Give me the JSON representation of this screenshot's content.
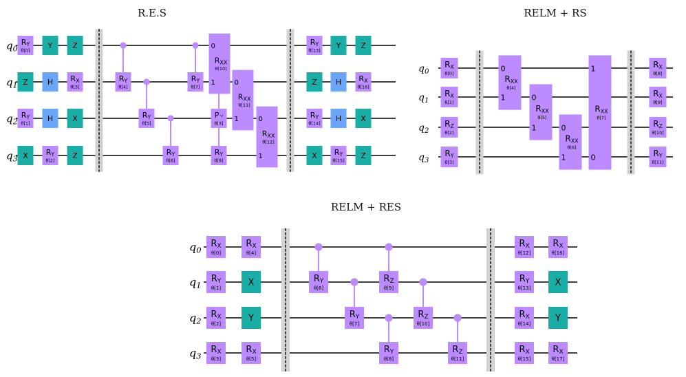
{
  "colors": {
    "purple": "#bb8bff",
    "teal": "#1aada5",
    "blue": "#6aa6f7",
    "barrier": "#d3d3d3",
    "wire": "#000000"
  },
  "titles": {
    "res": "R.E.S",
    "relm_rs": "RELM + RS",
    "relm_res": "RELM + RES"
  },
  "circuits": [
    {
      "key": "res",
      "qubits": [
        "q0",
        "q1",
        "q2",
        "q3"
      ],
      "gates": [
        {
          "kind": "single",
          "q": 0,
          "main": "R",
          "sub": "Y",
          "param": "θ[0]",
          "color": "purple"
        },
        {
          "kind": "single",
          "q": 1,
          "main": "Z",
          "sub": "",
          "param": "",
          "color": "teal"
        },
        {
          "kind": "single",
          "q": 2,
          "main": "R",
          "sub": "Y",
          "param": "θ[1]",
          "color": "purple"
        },
        {
          "kind": "single",
          "q": 3,
          "main": "X",
          "sub": "",
          "param": "",
          "color": "teal"
        },
        {
          "kind": "single",
          "q": 0,
          "main": "Y",
          "sub": "",
          "param": "",
          "color": "teal"
        },
        {
          "kind": "single",
          "q": 1,
          "main": "H",
          "sub": "",
          "param": "",
          "color": "blue"
        },
        {
          "kind": "single",
          "q": 2,
          "main": "H",
          "sub": "",
          "param": "",
          "color": "blue"
        },
        {
          "kind": "single",
          "q": 3,
          "main": "R",
          "sub": "Y",
          "param": "θ[2]",
          "color": "purple"
        },
        {
          "kind": "single",
          "q": 0,
          "main": "Z",
          "sub": "",
          "param": "",
          "color": "teal"
        },
        {
          "kind": "single",
          "q": 1,
          "main": "R",
          "sub": "X",
          "param": "θ[3]",
          "color": "purple"
        },
        {
          "kind": "single",
          "q": 2,
          "main": "X",
          "sub": "",
          "param": "",
          "color": "teal"
        },
        {
          "kind": "single",
          "q": 3,
          "main": "Z",
          "sub": "",
          "param": "",
          "color": "teal"
        },
        {
          "kind": "controlled",
          "c": 0,
          "t": 1,
          "main": "R",
          "sub": "Y",
          "param": "θ[4]"
        },
        {
          "kind": "controlled",
          "c": 1,
          "t": 2,
          "main": "R",
          "sub": "Y",
          "param": "θ[5]"
        },
        {
          "kind": "controlled",
          "c": 2,
          "t": 3,
          "main": "R",
          "sub": "Y",
          "param": "θ[6]"
        },
        {
          "kind": "controlled",
          "c": 0,
          "t": 1,
          "main": "R",
          "sub": "Y",
          "param": "θ[7]"
        },
        {
          "kind": "controlled",
          "c": 1,
          "t": 2,
          "main": "R",
          "sub": "Y",
          "param": "θ[8]"
        },
        {
          "kind": "controlled",
          "c": 2,
          "t": 3,
          "main": "R",
          "sub": "Y",
          "param": "θ[9]"
        },
        {
          "kind": "two",
          "q1": 0,
          "q2": 1,
          "main": "R",
          "sub": "XX",
          "param": "θ[10]",
          "l1": "0",
          "l2": "1"
        },
        {
          "kind": "two",
          "q1": 1,
          "q2": 2,
          "main": "R",
          "sub": "XX",
          "param": "θ[11]",
          "l1": "0",
          "l2": "1"
        },
        {
          "kind": "two",
          "q1": 2,
          "q2": 3,
          "main": "R",
          "sub": "XX",
          "param": "θ[12]",
          "l1": "0",
          "l2": "1"
        },
        {
          "kind": "single",
          "q": 0,
          "main": "R",
          "sub": "Y",
          "param": "θ[13]",
          "color": "purple"
        },
        {
          "kind": "single",
          "q": 1,
          "main": "Z",
          "sub": "",
          "param": "",
          "color": "teal"
        },
        {
          "kind": "single",
          "q": 2,
          "main": "R",
          "sub": "Y",
          "param": "θ[14]",
          "color": "purple"
        },
        {
          "kind": "single",
          "q": 3,
          "main": "X",
          "sub": "",
          "param": "",
          "color": "teal"
        },
        {
          "kind": "single",
          "q": 0,
          "main": "Y",
          "sub": "",
          "param": "",
          "color": "teal"
        },
        {
          "kind": "single",
          "q": 1,
          "main": "H",
          "sub": "",
          "param": "",
          "color": "blue"
        },
        {
          "kind": "single",
          "q": 2,
          "main": "H",
          "sub": "",
          "param": "",
          "color": "blue"
        },
        {
          "kind": "single",
          "q": 3,
          "main": "R",
          "sub": "Y",
          "param": "θ[15]",
          "color": "purple"
        },
        {
          "kind": "single",
          "q": 0,
          "main": "Z",
          "sub": "",
          "param": "",
          "color": "teal"
        },
        {
          "kind": "single",
          "q": 1,
          "main": "R",
          "sub": "X",
          "param": "θ[16]",
          "color": "purple"
        },
        {
          "kind": "single",
          "q": 2,
          "main": "X",
          "sub": "",
          "param": "",
          "color": "teal"
        },
        {
          "kind": "single",
          "q": 3,
          "main": "Z",
          "sub": "",
          "param": "",
          "color": "teal"
        }
      ]
    },
    {
      "key": "relm_rs",
      "qubits": [
        "q0",
        "q1",
        "q2",
        "q3"
      ],
      "gates": [
        {
          "kind": "single",
          "q": 0,
          "main": "R",
          "sub": "X",
          "param": "θ[0]",
          "color": "purple"
        },
        {
          "kind": "single",
          "q": 1,
          "main": "R",
          "sub": "X",
          "param": "θ[1]",
          "color": "purple"
        },
        {
          "kind": "single",
          "q": 2,
          "main": "R",
          "sub": "Z",
          "param": "θ[2]",
          "color": "purple"
        },
        {
          "kind": "single",
          "q": 3,
          "main": "R",
          "sub": "Y",
          "param": "θ[3]",
          "color": "purple"
        },
        {
          "kind": "two",
          "q1": 0,
          "q2": 1,
          "main": "R",
          "sub": "XX",
          "param": "θ[4]",
          "l1": "0",
          "l2": "1"
        },
        {
          "kind": "two",
          "q1": 1,
          "q2": 2,
          "main": "R",
          "sub": "XX",
          "param": "θ[5]",
          "l1": "0",
          "l2": "1"
        },
        {
          "kind": "two",
          "q1": 2,
          "q2": 3,
          "main": "R",
          "sub": "XX",
          "param": "θ[6]",
          "l1": "0",
          "l2": "1"
        },
        {
          "kind": "two",
          "q1": 0,
          "q2": 3,
          "main": "R",
          "sub": "XX",
          "param": "θ[7]",
          "l1": "1",
          "l2": "0"
        },
        {
          "kind": "single",
          "q": 0,
          "main": "R",
          "sub": "X",
          "param": "θ[8]",
          "color": "purple"
        },
        {
          "kind": "single",
          "q": 1,
          "main": "R",
          "sub": "X",
          "param": "θ[9]",
          "color": "purple"
        },
        {
          "kind": "single",
          "q": 2,
          "main": "R",
          "sub": "Z",
          "param": "θ[10]",
          "color": "purple"
        },
        {
          "kind": "single",
          "q": 3,
          "main": "R",
          "sub": "Y",
          "param": "θ[11]",
          "color": "purple"
        }
      ]
    },
    {
      "key": "relm_res",
      "qubits": [
        "q0",
        "q1",
        "q2",
        "q3"
      ],
      "gates": [
        {
          "kind": "single",
          "q": 0,
          "main": "R",
          "sub": "X",
          "param": "θ[0]",
          "color": "purple"
        },
        {
          "kind": "single",
          "q": 1,
          "main": "R",
          "sub": "Y",
          "param": "θ[1]",
          "color": "purple"
        },
        {
          "kind": "single",
          "q": 2,
          "main": "R",
          "sub": "X",
          "param": "θ[2]",
          "color": "purple"
        },
        {
          "kind": "single",
          "q": 3,
          "main": "R",
          "sub": "X",
          "param": "θ[3]",
          "color": "purple"
        },
        {
          "kind": "single",
          "q": 0,
          "main": "R",
          "sub": "X",
          "param": "θ[4]",
          "color": "purple"
        },
        {
          "kind": "single",
          "q": 1,
          "main": "X",
          "sub": "",
          "param": "",
          "color": "teal"
        },
        {
          "kind": "single",
          "q": 2,
          "main": "Y",
          "sub": "",
          "param": "",
          "color": "teal"
        },
        {
          "kind": "single",
          "q": 3,
          "main": "R",
          "sub": "X",
          "param": "θ[5]",
          "color": "purple"
        },
        {
          "kind": "controlled",
          "c": 0,
          "t": 1,
          "main": "R",
          "sub": "Y",
          "param": "θ[6]"
        },
        {
          "kind": "controlled",
          "c": 1,
          "t": 2,
          "main": "R",
          "sub": "Y",
          "param": "θ[7]"
        },
        {
          "kind": "controlled",
          "c": 2,
          "t": 3,
          "main": "R",
          "sub": "Y",
          "param": "θ[8]"
        },
        {
          "kind": "controlled",
          "c": 0,
          "t": 1,
          "main": "R",
          "sub": "Z",
          "param": "θ[9]"
        },
        {
          "kind": "controlled",
          "c": 1,
          "t": 2,
          "main": "R",
          "sub": "Z",
          "param": "θ[10]"
        },
        {
          "kind": "controlled",
          "c": 2,
          "t": 3,
          "main": "R",
          "sub": "Z",
          "param": "θ[11]"
        },
        {
          "kind": "single",
          "q": 0,
          "main": "R",
          "sub": "X",
          "param": "θ[12]",
          "color": "purple"
        },
        {
          "kind": "single",
          "q": 1,
          "main": "R",
          "sub": "Y",
          "param": "θ[13]",
          "color": "purple"
        },
        {
          "kind": "single",
          "q": 2,
          "main": "R",
          "sub": "X",
          "param": "θ[14]",
          "color": "purple"
        },
        {
          "kind": "single",
          "q": 3,
          "main": "R",
          "sub": "X",
          "param": "θ[15]",
          "color": "purple"
        },
        {
          "kind": "single",
          "q": 0,
          "main": "R",
          "sub": "X",
          "param": "θ[16]",
          "color": "purple"
        },
        {
          "kind": "single",
          "q": 1,
          "main": "X",
          "sub": "",
          "param": "",
          "color": "teal"
        },
        {
          "kind": "single",
          "q": 2,
          "main": "Y",
          "sub": "",
          "param": "",
          "color": "teal"
        },
        {
          "kind": "single",
          "q": 3,
          "main": "R",
          "sub": "X",
          "param": "θ[17]",
          "color": "purple"
        }
      ]
    }
  ]
}
